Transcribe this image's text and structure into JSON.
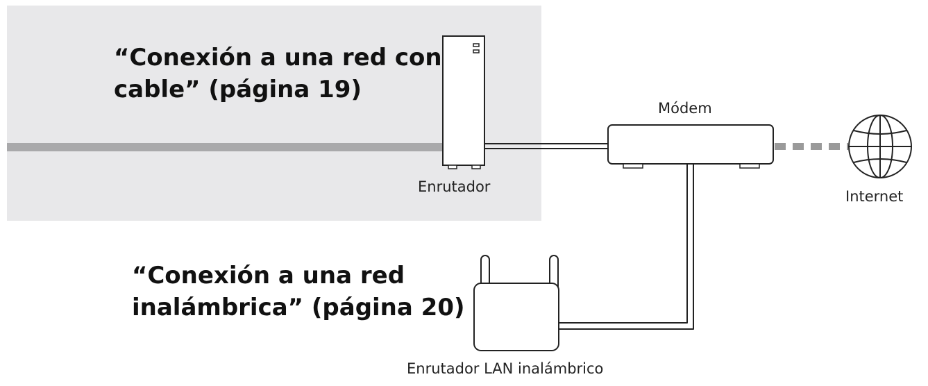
{
  "headings": {
    "wired": {
      "line1": "“Conexión a una red con",
      "line2": "cable” (página 19)"
    },
    "wireless": {
      "line1": "“Conexión a una red",
      "line2": "inalámbrica” (página 20)"
    }
  },
  "labels": {
    "modem": "Módem",
    "router": "Enrutador",
    "internet": "Internet",
    "wireless_router": "Enrutador LAN inalámbrico"
  },
  "icons": {
    "router": "tower-router-icon",
    "modem": "modem-icon",
    "internet": "globe-icon",
    "wireless_router": "wireless-router-icon"
  },
  "colors": {
    "panel": "#e8e8ea",
    "band": "#a9a9ab",
    "stroke": "#222222",
    "dashed_link": "#9a9a9a"
  }
}
